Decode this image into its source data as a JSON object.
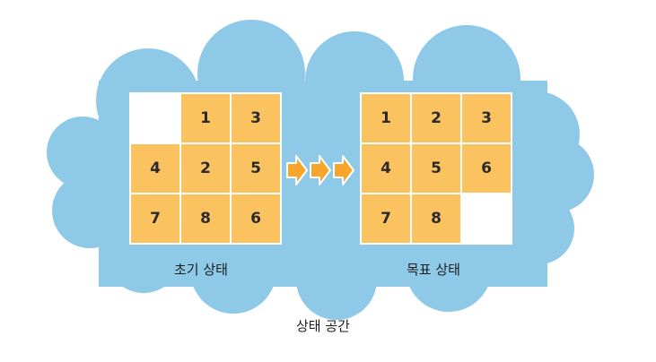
{
  "diagram": {
    "initial_state": {
      "label": "초기 상태",
      "tiles": [
        "",
        "1",
        "3",
        "4",
        "2",
        "5",
        "7",
        "8",
        "6"
      ]
    },
    "goal_state": {
      "label": "목표 상태",
      "tiles": [
        "1",
        "2",
        "3",
        "4",
        "5",
        "6",
        "7",
        "8",
        ""
      ]
    },
    "state_space_label": "상태 공간",
    "colors": {
      "cloud": "#8ec9e8",
      "tile": "#fbc35f",
      "arrow": "#f7a62b",
      "empty_tile": "#ffffff"
    }
  }
}
